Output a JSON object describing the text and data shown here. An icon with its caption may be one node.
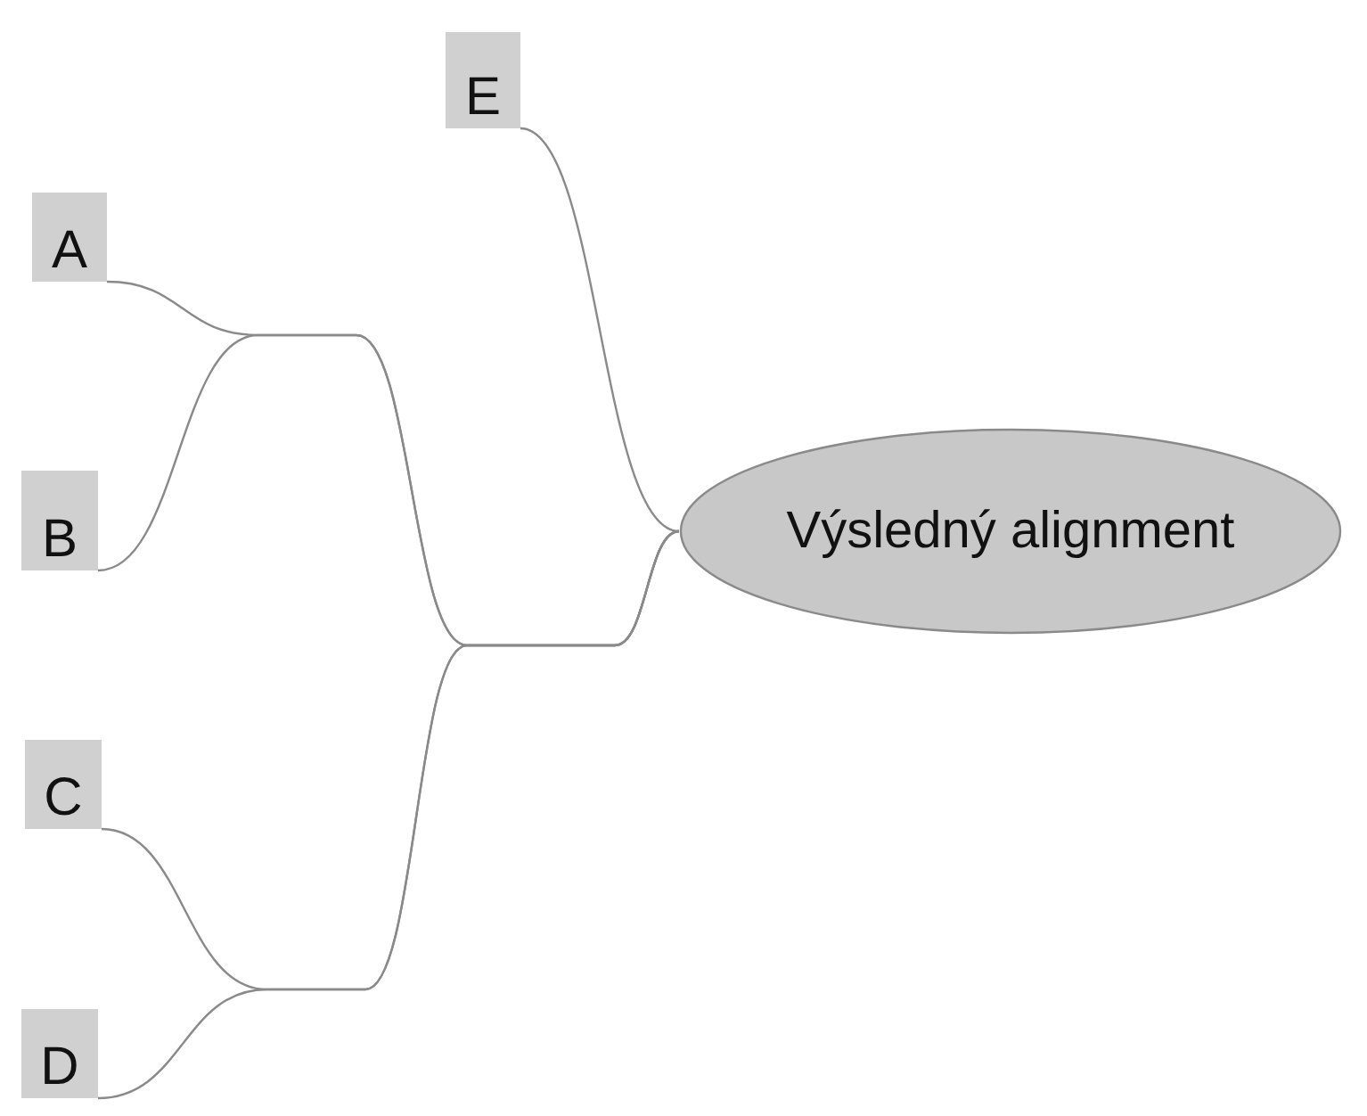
{
  "diagram": {
    "nodes": [
      {
        "text": [
          "E"
        ]
      },
      {
        "text": [
          "A"
        ]
      },
      {
        "text": [
          "B"
        ]
      },
      {
        "text": [
          "C"
        ]
      },
      {
        "text": [
          "D"
        ]
      },
      {
        "text": [
          "Výsledný alignment"
        ]
      }
    ],
    "edges": [
      {
        "from": 0,
        "to": 5,
        "arrow": "none"
      },
      {
        "from": 1,
        "to": 5,
        "arrow": "none"
      },
      {
        "from": 2,
        "to": 5,
        "arrow": "none"
      },
      {
        "from": 3,
        "to": 5,
        "arrow": "none"
      },
      {
        "from": 4,
        "to": 5,
        "arrow": "none"
      }
    ]
  }
}
